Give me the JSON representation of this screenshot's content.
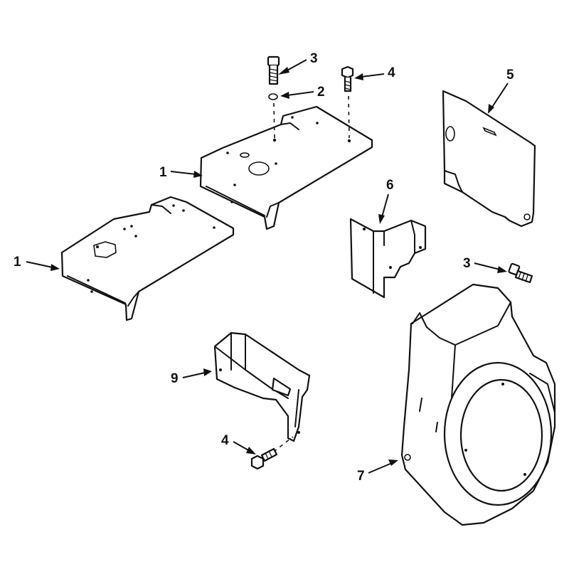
{
  "diagram": {
    "callouts": [
      {
        "id": "c3-top",
        "label": "3",
        "part": "screw"
      },
      {
        "id": "c2",
        "label": "2",
        "part": "washer"
      },
      {
        "id": "c4-top",
        "label": "4",
        "part": "bolt"
      },
      {
        "id": "c5",
        "label": "5",
        "part": "side-shield"
      },
      {
        "id": "c1-upper",
        "label": "1",
        "part": "cylinder-head-baffle"
      },
      {
        "id": "c1-lower",
        "label": "1",
        "part": "cylinder-head-baffle"
      },
      {
        "id": "c6",
        "label": "6",
        "part": "baffle-bracket"
      },
      {
        "id": "c3-right",
        "label": "3",
        "part": "screw"
      },
      {
        "id": "c9",
        "label": "9",
        "part": "air-guide"
      },
      {
        "id": "c4-bottom",
        "label": "4",
        "part": "bolt"
      },
      {
        "id": "c7",
        "label": "7",
        "part": "blower-housing"
      }
    ]
  }
}
